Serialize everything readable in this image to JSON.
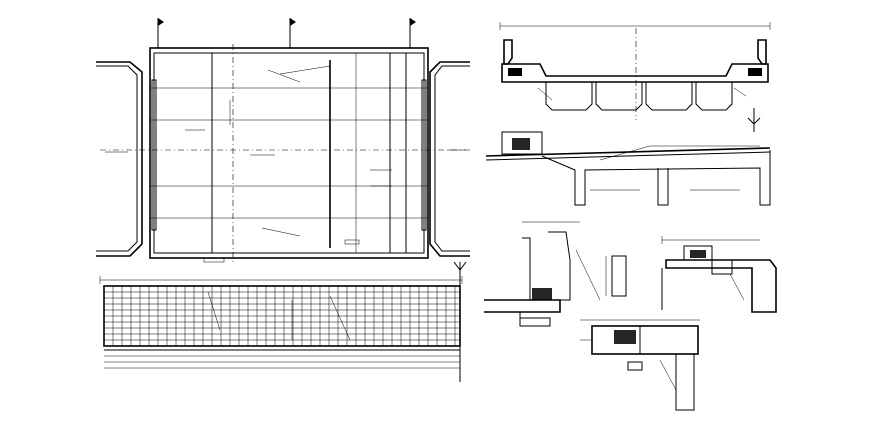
{
  "drawing": {
    "views": [
      "bridge-plan-view",
      "reinforcement-elevation",
      "bridge-cross-section",
      "longitudinal-section",
      "abutment-detail",
      "pier-cap-detail",
      "bearing-detail"
    ]
  }
}
